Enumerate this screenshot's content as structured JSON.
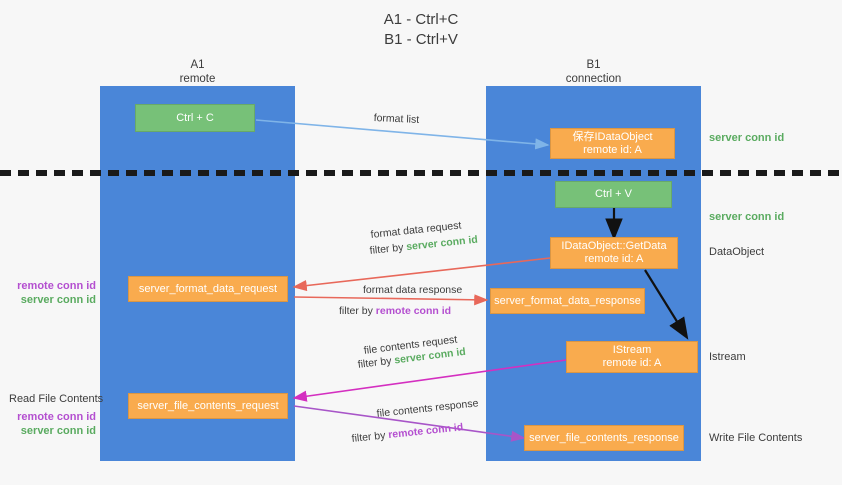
{
  "title": {
    "line1": "A1 - Ctrl+C",
    "line2": "B1 - Ctrl+V"
  },
  "colors": {
    "lane": "#4a86d8",
    "box_orange": "#f9ab4e",
    "box_green": "#77c178",
    "server_conn_id": "#5aab60",
    "remote_conn_id": "#b44fd0",
    "arrow_blue": "#7fb4e8",
    "arrow_red": "#e8685a",
    "arrow_magenta": "#d42fc0",
    "arrow_purple": "#a855c8",
    "arrow_black": "#111111",
    "divider": "#1a1a1a",
    "background": "#f7f7f7"
  },
  "lanes": [
    {
      "id": "a1",
      "head_line1": "A1",
      "head_line2": "remote"
    },
    {
      "id": "b1",
      "head_line1": "B1",
      "head_line2": "connection"
    }
  ],
  "boxes": {
    "ctrl_c": {
      "line1": "Ctrl + C",
      "line2": ""
    },
    "idataobject": {
      "line1": "保存IDataObject",
      "line2": "remote id: A"
    },
    "ctrl_v": {
      "line1": "Ctrl + V",
      "line2": ""
    },
    "getdata": {
      "line1": "IDataObject::GetData",
      "line2": "remote id: A"
    },
    "istream": {
      "line1": "IStream",
      "line2": "remote id: A"
    },
    "fmt_req": {
      "line1": "server_format_data_request",
      "line2": ""
    },
    "fmt_resp": {
      "line1": "server_format_data_response",
      "line2": ""
    },
    "file_req": {
      "line1": "server_file_contents_request",
      "line2": ""
    },
    "file_resp": {
      "line1": "server_file_contents_response",
      "line2": ""
    }
  },
  "right_labels": {
    "server_conn_id_1": "server conn id",
    "server_conn_id_2": "server conn id",
    "dataobject": "DataObject",
    "istream": "Istream",
    "write_file_contents": "Write File Contents"
  },
  "left_labels": {
    "remote_conn_id_1": "remote conn id",
    "server_conn_id_1": "server conn id",
    "read_file_contents": "Read File Contents",
    "remote_conn_id_2": "remote conn id",
    "server_conn_id_2": "server conn id"
  },
  "edge_labels": {
    "format_list": "format list",
    "format_data_request": "format data request",
    "format_data_request_filter_prefix": "filter by ",
    "format_data_request_filter_value": "server conn id",
    "format_data_response": "format data response",
    "format_data_response_filter_prefix": "filter by ",
    "format_data_response_filter_value": "remote conn id",
    "file_contents_request": "file contents request",
    "file_contents_request_filter_prefix": "filter by ",
    "file_contents_request_filter_value": "server conn id",
    "file_contents_response": "file contents response",
    "file_contents_response_filter_prefix": "filter by ",
    "file_contents_response_filter_value": "remote conn id"
  }
}
